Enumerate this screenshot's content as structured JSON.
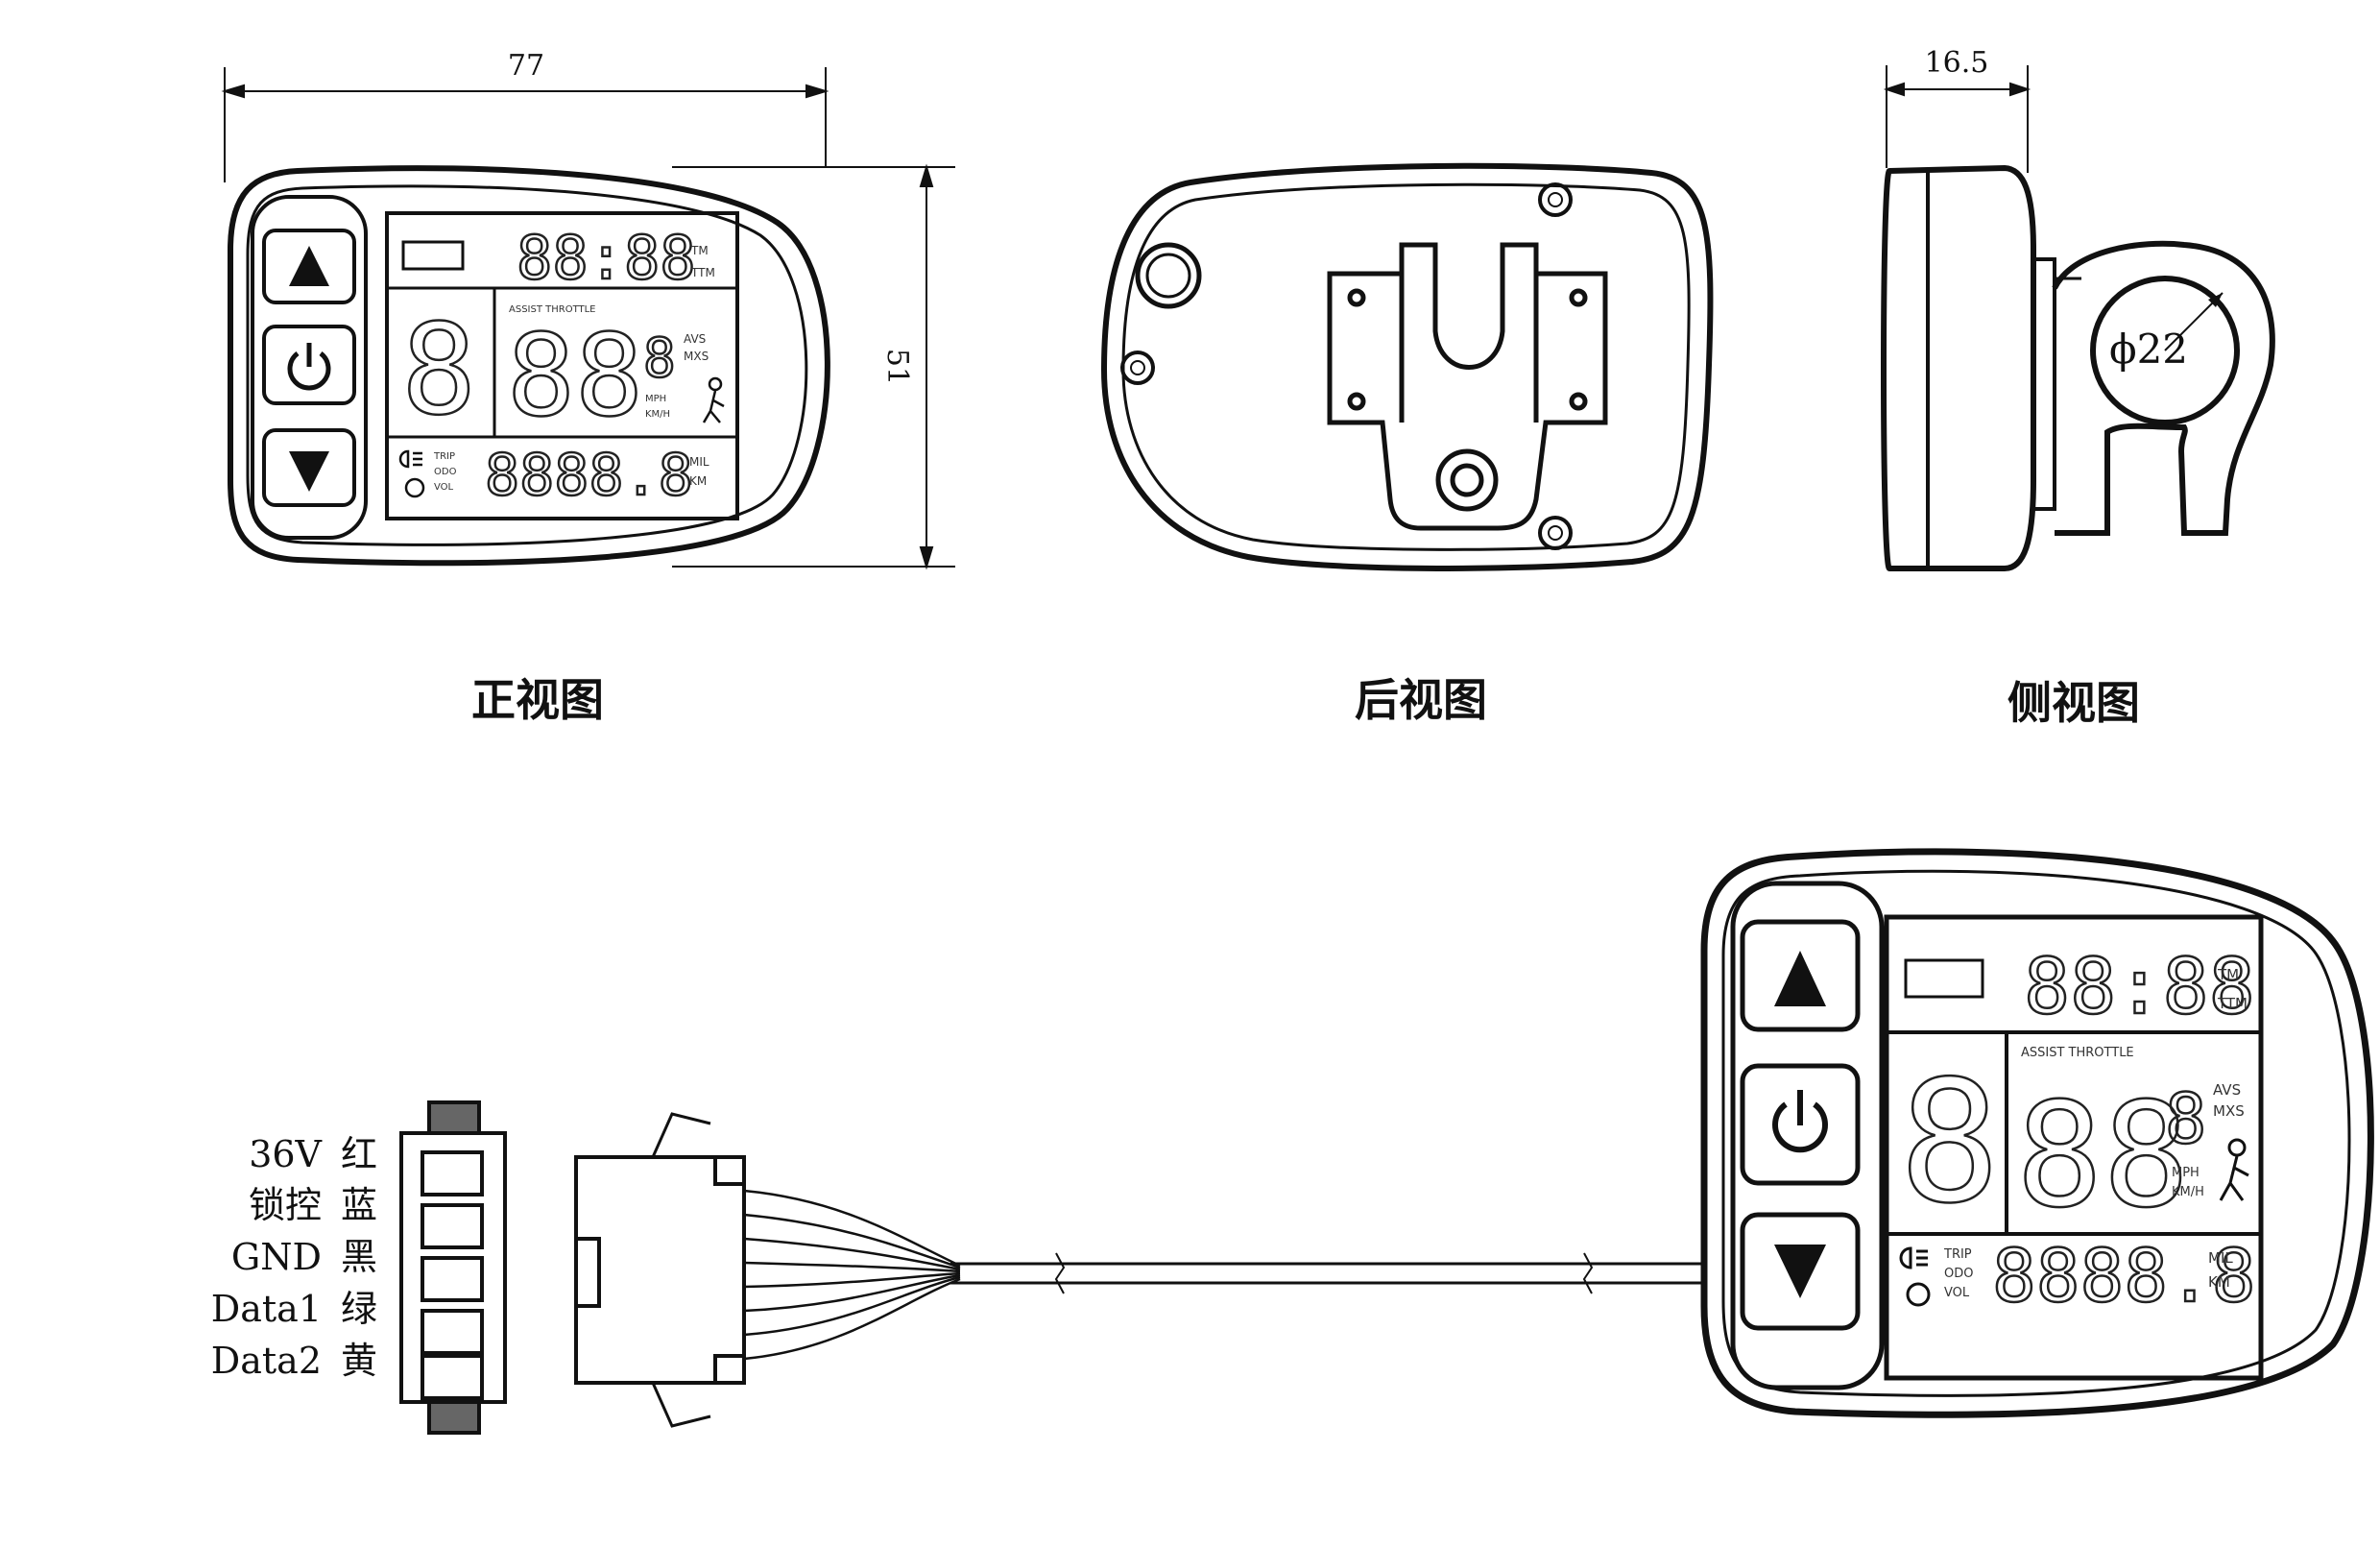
{
  "dimensions": {
    "width": "77",
    "height": "51",
    "depth": "16.5",
    "clamp_diameter": "ϕ22"
  },
  "captions": {
    "front": "正视图",
    "back": "后视图",
    "side": "侧视图"
  },
  "display": {
    "time": "88:88",
    "time_units": [
      "TM",
      "TTM"
    ],
    "level_digit": "8",
    "speed": "88",
    "speed_sub": "8",
    "speed_labels": [
      "AVS",
      "MXS"
    ],
    "speed_units": [
      "MPH",
      "KM/H"
    ],
    "odometer": "8888.8",
    "odo_labels": [
      "TRIP",
      "ODO",
      "VOL"
    ],
    "odo_units": [
      "MIL",
      "KM"
    ],
    "banner": "ASSIST THROTTLE"
  },
  "connector": {
    "pins": [
      {
        "signal": "36V",
        "color": "红"
      },
      {
        "signal": "锁控",
        "color": "蓝"
      },
      {
        "signal": "GND",
        "color": "黑"
      },
      {
        "signal": "Data1",
        "color": "绿"
      },
      {
        "signal": "Data2",
        "color": "黄"
      }
    ]
  },
  "icons": [
    "up-arrow-icon",
    "power-icon",
    "down-arrow-icon",
    "battery-icon",
    "walk-assist-icon",
    "headlight-icon"
  ]
}
